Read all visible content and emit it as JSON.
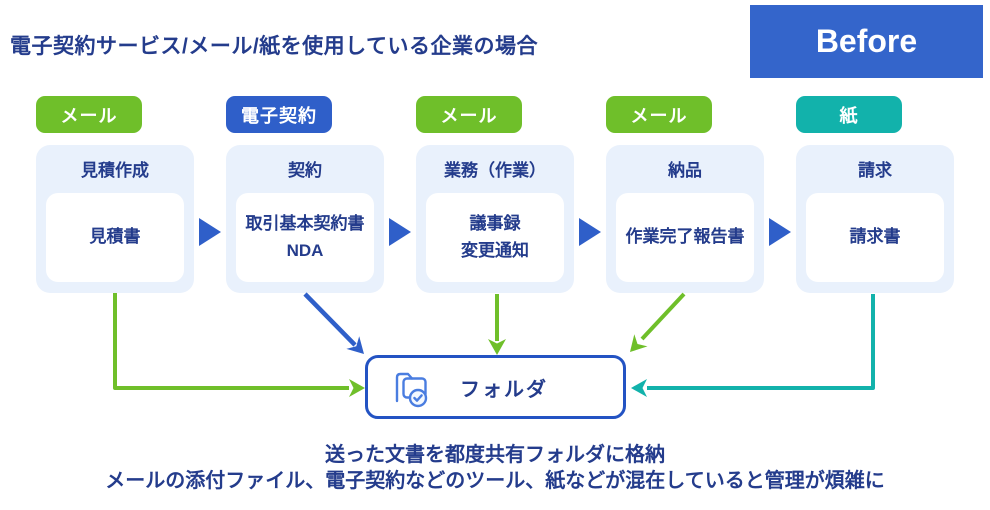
{
  "page": {
    "title": "電子契約サービス/メール/紙を使用している企業の場合",
    "mode_badge": "Before"
  },
  "stages": [
    {
      "channel": "メール",
      "channel_color": "#6fbf2a",
      "phase": "見積作成",
      "documents": "見積書"
    },
    {
      "channel": "電子契約",
      "channel_color": "#2f5fc9",
      "phase": "契約",
      "documents": "取引基本契約書\nNDA"
    },
    {
      "channel": "メール",
      "channel_color": "#6fbf2a",
      "phase": "業務（作業）",
      "documents": "議事録\n変更通知"
    },
    {
      "channel": "メール",
      "channel_color": "#6fbf2a",
      "phase": "納品",
      "documents": "作業完了報告書"
    },
    {
      "channel": "紙",
      "channel_color": "#12b2ab",
      "phase": "請求",
      "documents": "請求書"
    }
  ],
  "folder": {
    "label": "フォルダ",
    "icon": "folder-check-icon"
  },
  "footer": {
    "line1": "送った文書を都度共有フォルダに格納",
    "line2": "メールの添付ファイル、電子契約などのツール、紙などが混在していると管理が煩雑に"
  },
  "colors": {
    "navy_text": "#243c8c",
    "blue_accent": "#2f5fc9",
    "before_badge_bg": "#3465cb",
    "green": "#6fbf2a",
    "teal": "#12b2ab",
    "stage_box_bg": "#e9f1fc",
    "folder_border": "#2353c3",
    "folder_icon_blue": "#4a7de0"
  }
}
